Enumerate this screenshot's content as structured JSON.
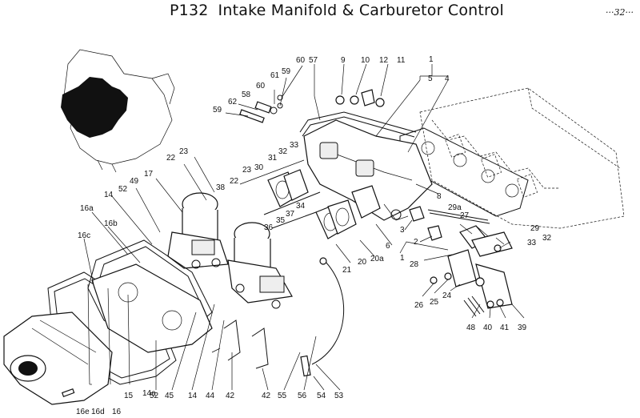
{
  "header": {
    "code": "P132",
    "title": "Intake Manifold & Carburetor Control",
    "page_number": "···32···"
  },
  "callouts": [
    "1",
    "1",
    "2",
    "3",
    "4",
    "5",
    "6",
    "8",
    "9",
    "10",
    "11",
    "12",
    "14",
    "14",
    "14a",
    "15",
    "16",
    "16a",
    "16b",
    "16c",
    "16d",
    "16e",
    "17",
    "20",
    "20a",
    "21",
    "22",
    "22",
    "23",
    "23",
    "24",
    "25",
    "26",
    "27",
    "28",
    "29",
    "29a",
    "30",
    "31",
    "32",
    "32",
    "33",
    "33",
    "34",
    "35",
    "36",
    "37",
    "38",
    "39",
    "40",
    "41",
    "42",
    "42",
    "44",
    "45",
    "48",
    "49",
    "52",
    "52",
    "53",
    "54",
    "55",
    "56",
    "57",
    "58",
    "59",
    "59",
    "60",
    "60",
    "61",
    "62"
  ]
}
